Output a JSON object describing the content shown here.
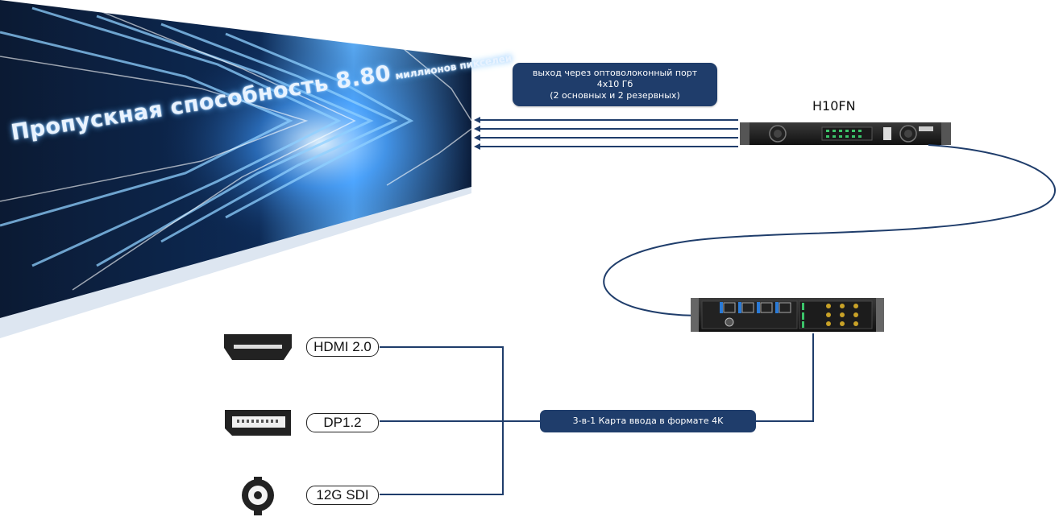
{
  "screen": {
    "text_main": "Пропускная способность 8.80",
    "text_tail": "миллионов пикселей"
  },
  "fiber_callout": {
    "line1": "выход через оптоволоконный порт",
    "line2": "4x10 Гб",
    "line3": "(2 основных и 2 резервных)"
  },
  "output_device": {
    "name": "H10FN"
  },
  "input_card": {
    "label": "3-в-1 Карта ввода в формате 4K"
  },
  "inputs": [
    {
      "label": "HDMI 2.0",
      "icon": "hdmi-connector-icon"
    },
    {
      "label": "DP1.2",
      "icon": "displayport-connector-icon"
    },
    {
      "label": "12G SDI",
      "icon": "bnc-connector-icon"
    }
  ],
  "colors": {
    "line": "#1f3d6b",
    "label_fill": "#1f3d6b"
  }
}
